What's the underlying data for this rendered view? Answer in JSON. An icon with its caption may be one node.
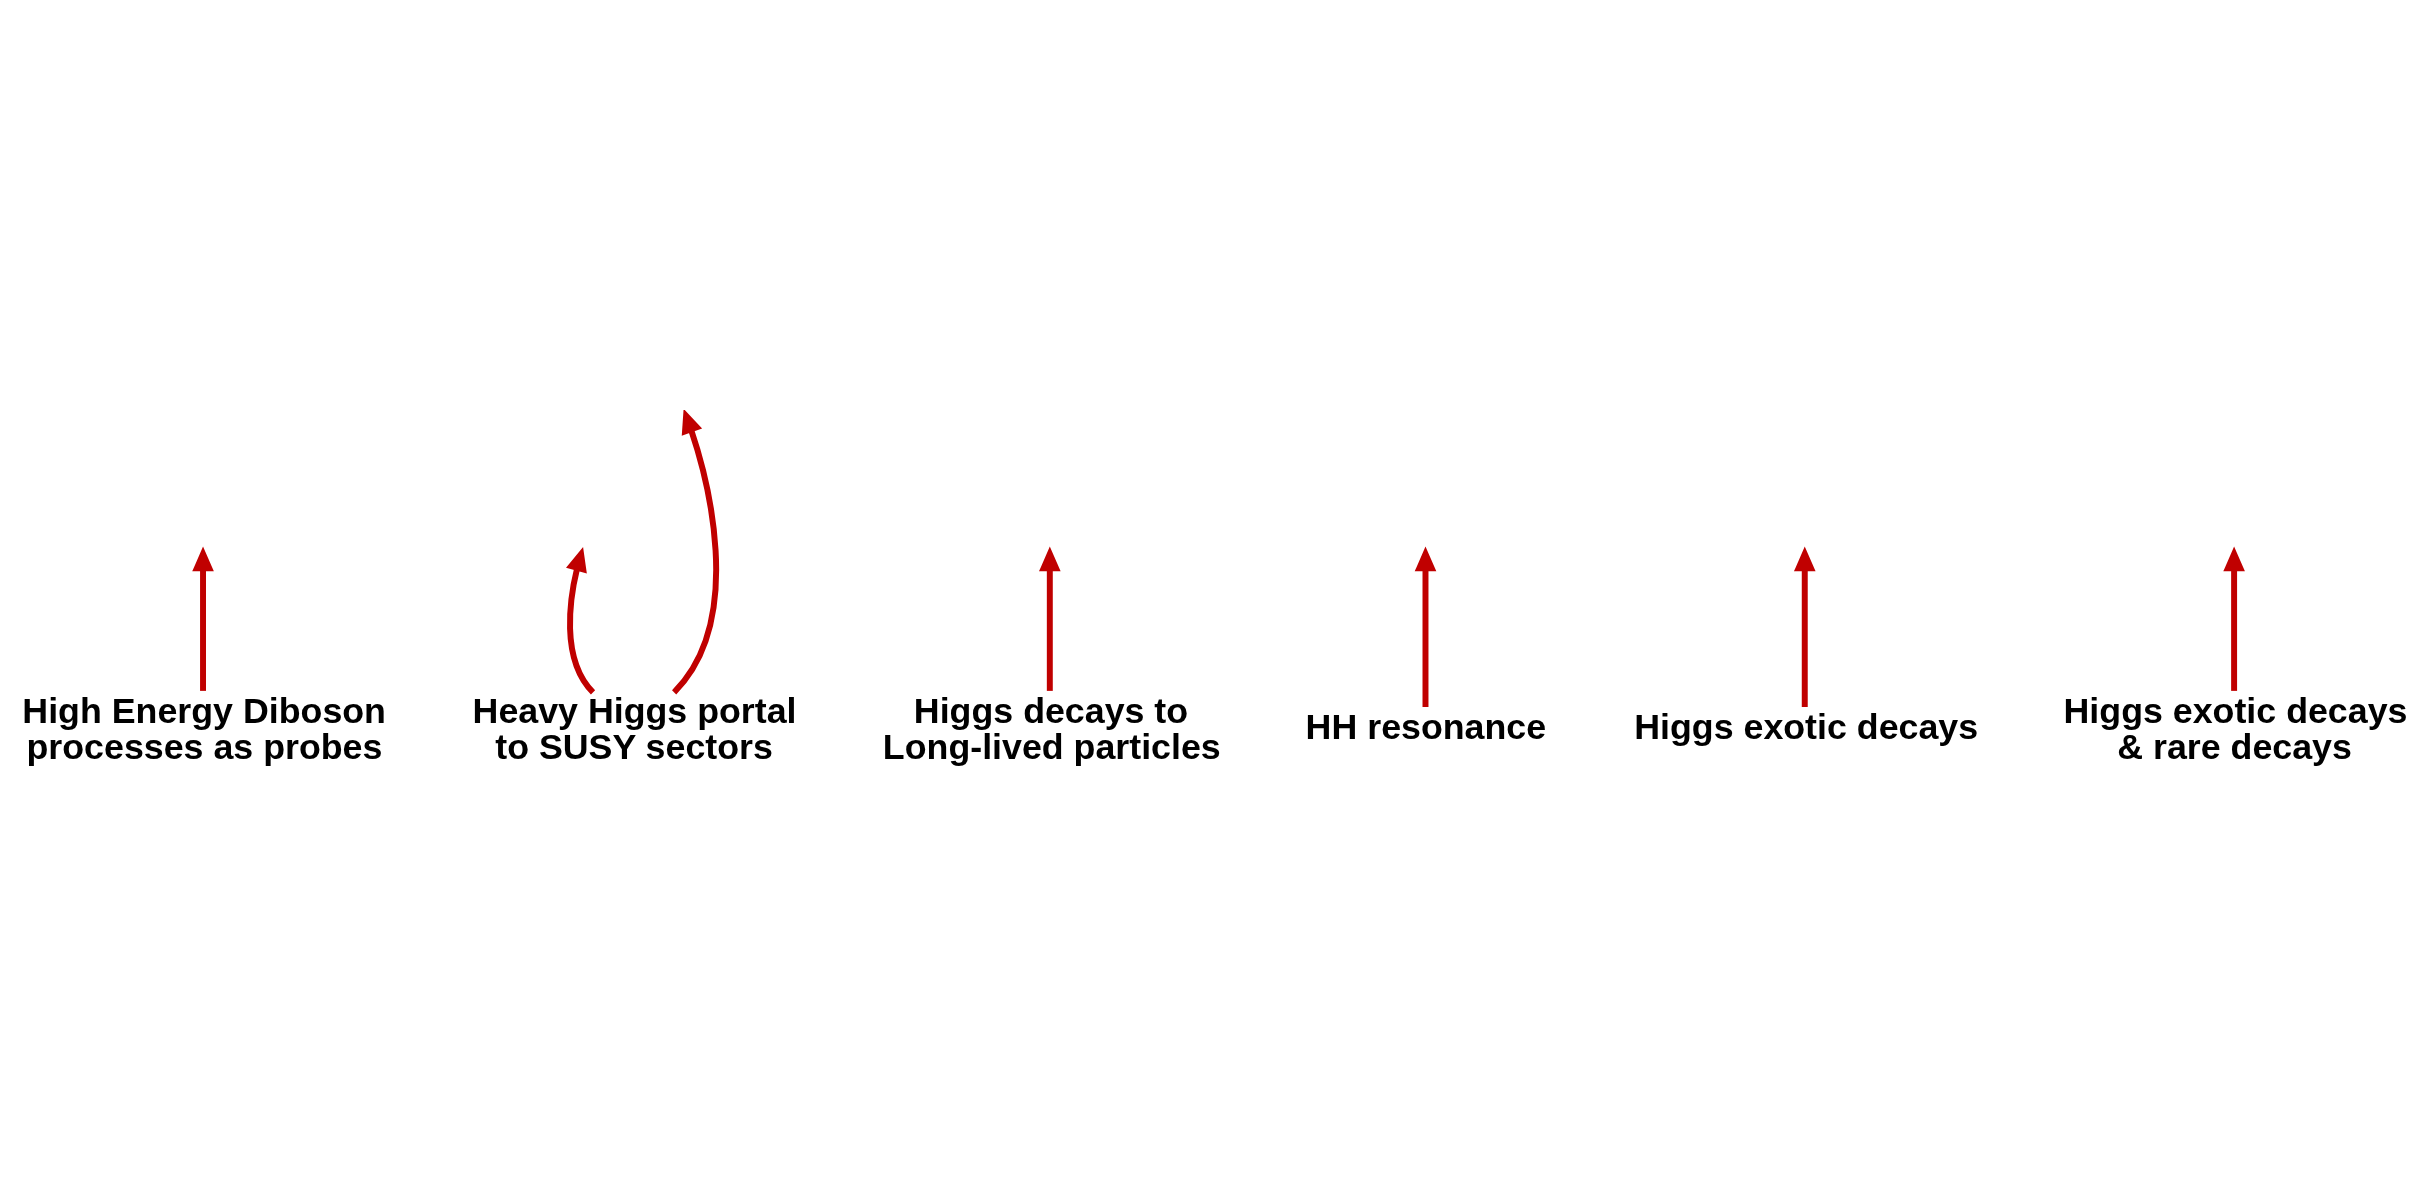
{
  "diagram": {
    "nodes": [
      {
        "text": [
          "High Energy Diboson processes as probes"
        ]
      },
      {
        "text": [
          "Heavy Higgs portal to SUSY sectors"
        ]
      },
      {
        "text": [
          "Higgs decays to Long-lived particles"
        ]
      },
      {
        "text": [
          "HH resonance"
        ]
      },
      {
        "text": [
          "Higgs exotic decays"
        ]
      },
      {
        "text": [
          "Higgs exotic decays & rare decays"
        ]
      }
    ],
    "edges": [
      {
        "from": 0,
        "to": null,
        "arrow": "to"
      },
      {
        "from": 1,
        "to": null,
        "arrow": "to"
      },
      {
        "from": 1,
        "to": null,
        "arrow": "to"
      },
      {
        "from": 2,
        "to": null,
        "arrow": "to"
      },
      {
        "from": 3,
        "to": null,
        "arrow": "to"
      },
      {
        "from": 4,
        "to": null,
        "arrow": "to"
      },
      {
        "from": 5,
        "to": null,
        "arrow": "to"
      }
    ]
  }
}
